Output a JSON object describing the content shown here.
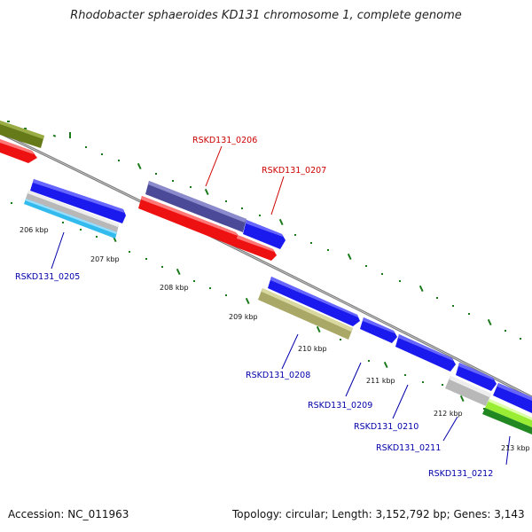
{
  "title": "Rhodobacter sphaeroides KD131 chromosome 1, complete genome",
  "footer": {
    "accession": "Accession: NC_011963",
    "summary": "Topology: circular; Length: 3,152,792 bp; Genes: 3,143"
  },
  "kbp_labels": [
    "206 kbp",
    "207 kbp",
    "208 kbp",
    "209 kbp",
    "210 kbp",
    "211 kbp",
    "212 kbp",
    "213 kbp"
  ],
  "genes_above": [
    "RSKD131_0206",
    "RSKD131_0207"
  ],
  "genes_below": [
    "RSKD131_0205",
    "RSKD131_0208",
    "RSKD131_0209",
    "RSKD131_0210",
    "RSKD131_0211",
    "RSKD131_0212"
  ],
  "colors": {
    "highlight_label": "#cc0000",
    "normal_label": "#0000aa",
    "tick": "#1a7a1a",
    "backbone": "#888888",
    "blue": "#1a1aee",
    "red": "#ee1111",
    "purple": "#4a4a99",
    "olive": "#aaa866",
    "grey": "#b8b8b8",
    "cyan": "#33bbee",
    "lime": "#99ee33",
    "green": "#228822",
    "olive_dark": "#667a1a"
  }
}
